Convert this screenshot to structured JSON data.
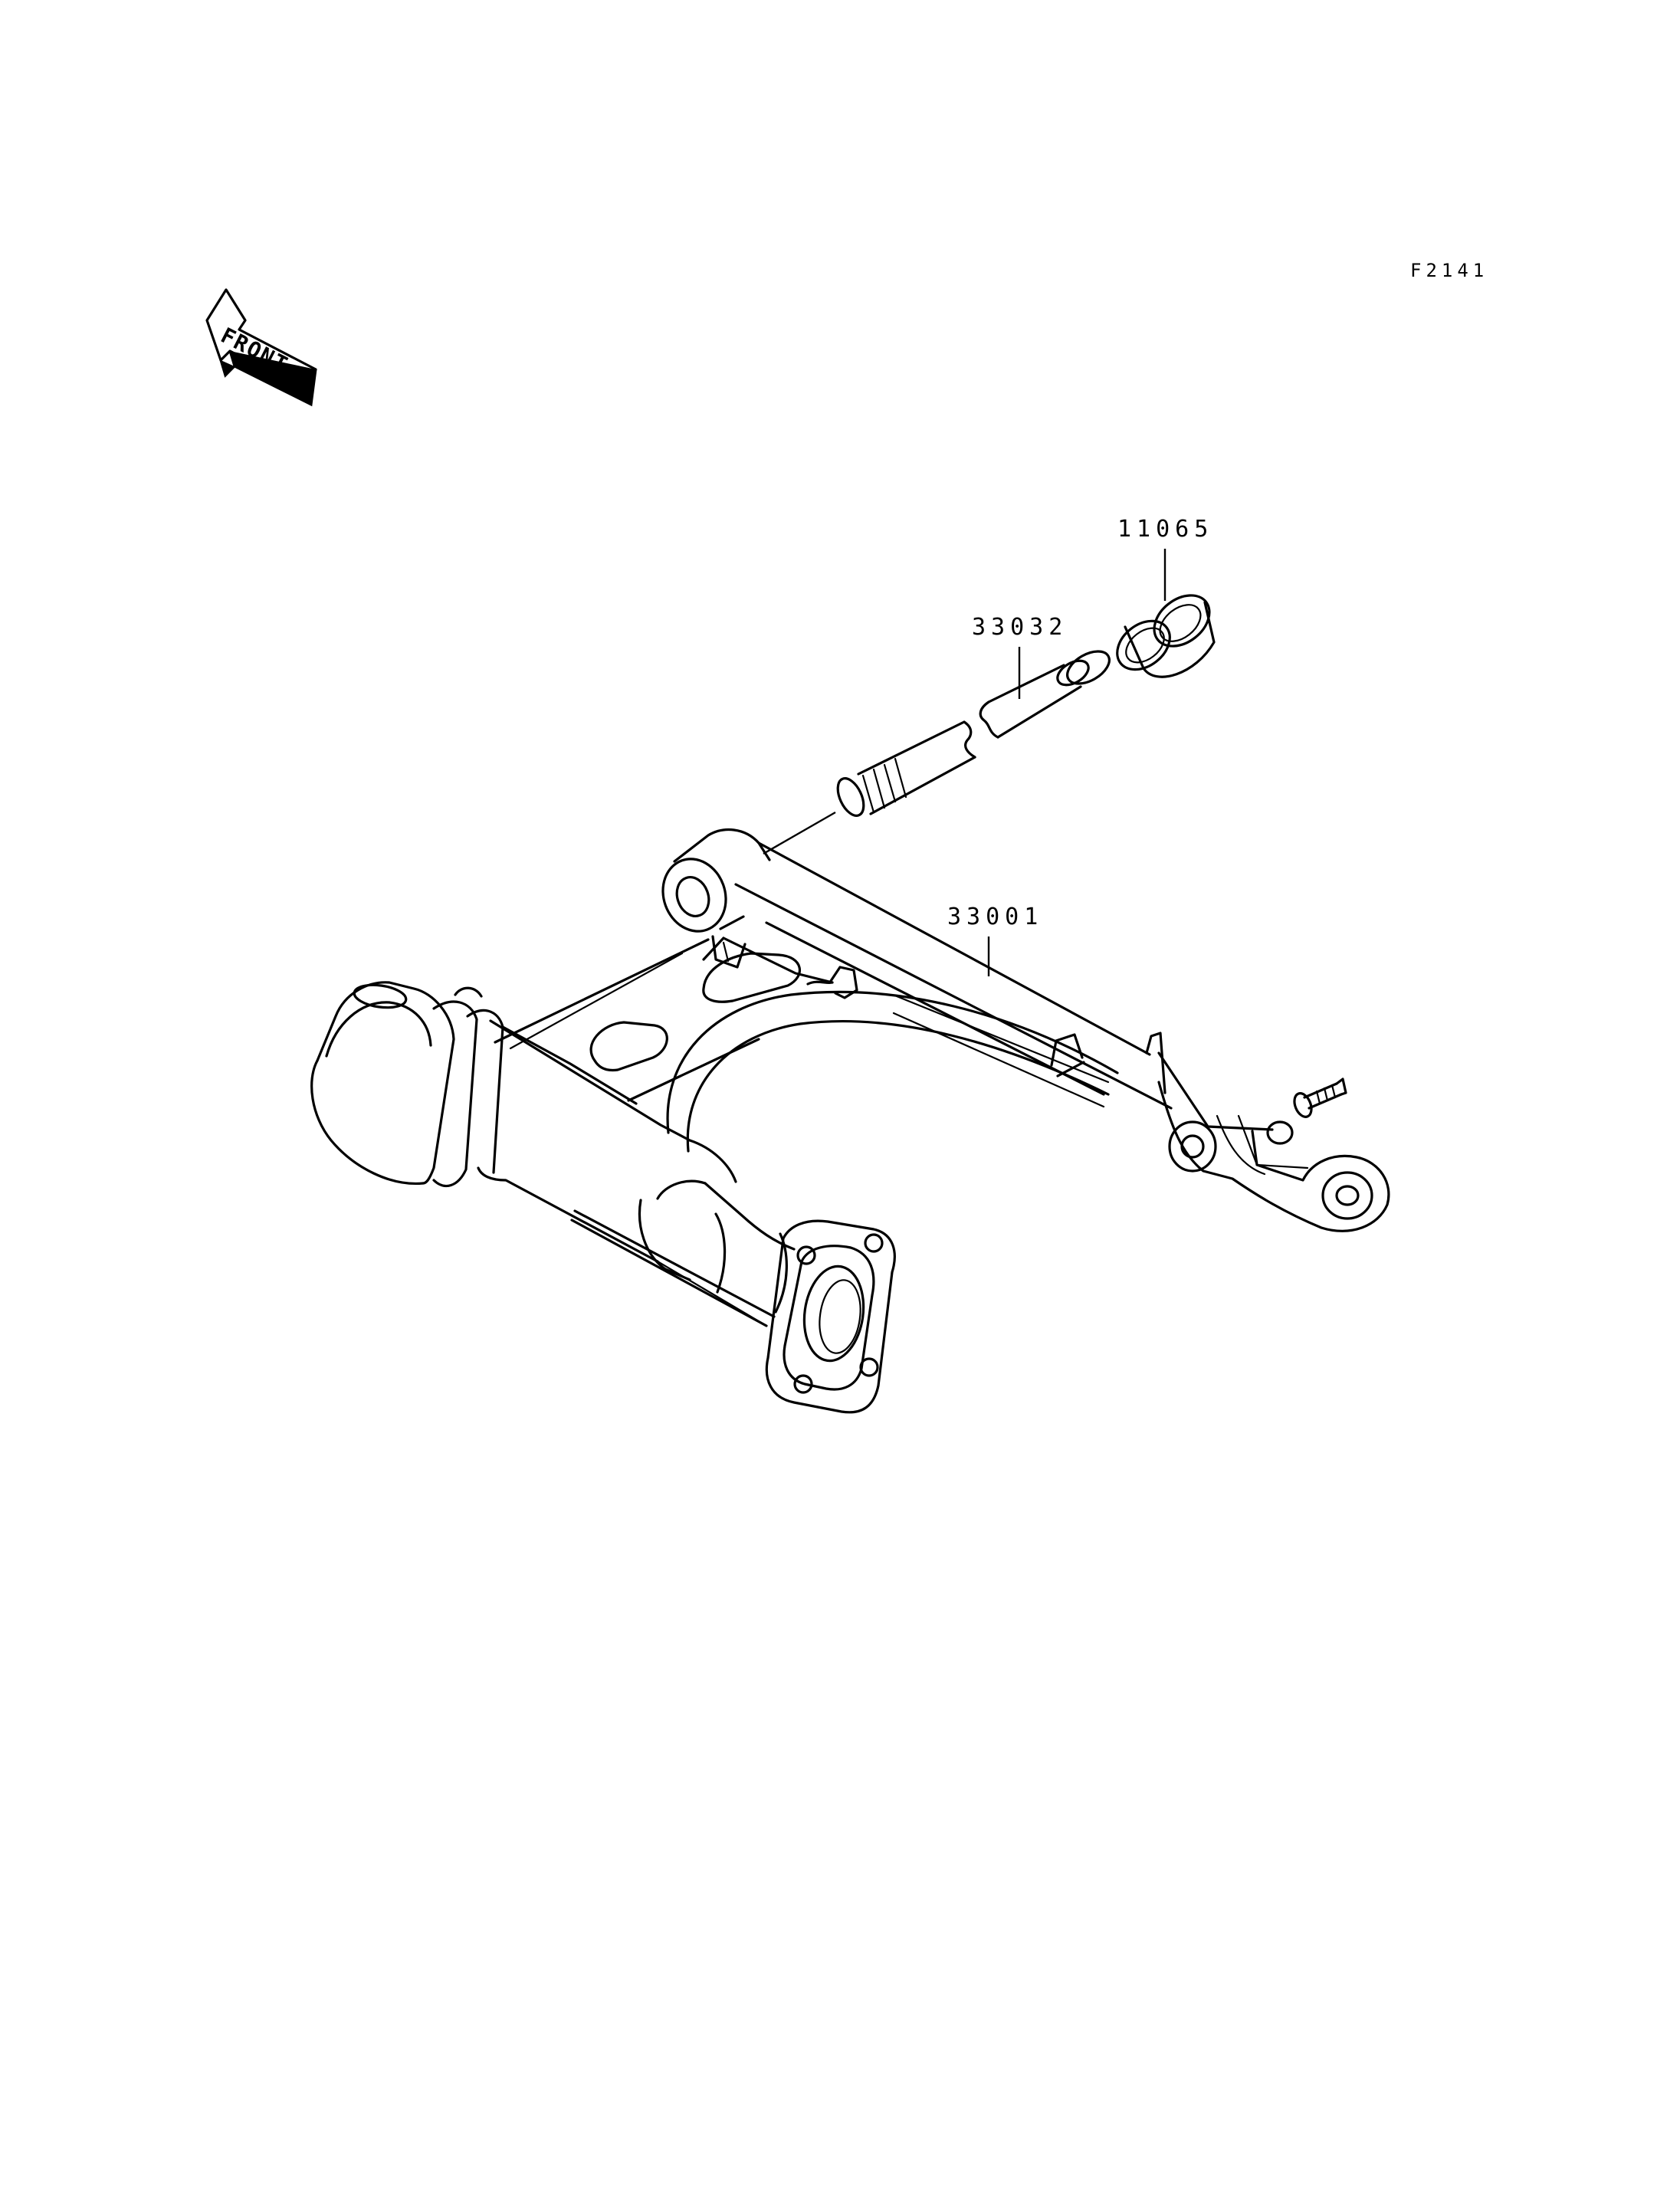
{
  "diagram": {
    "figure_code": "F2141",
    "front_indicator": "FRONT",
    "parts": [
      {
        "number": "11065"
      },
      {
        "number": "33032"
      },
      {
        "number": "33001"
      }
    ]
  }
}
